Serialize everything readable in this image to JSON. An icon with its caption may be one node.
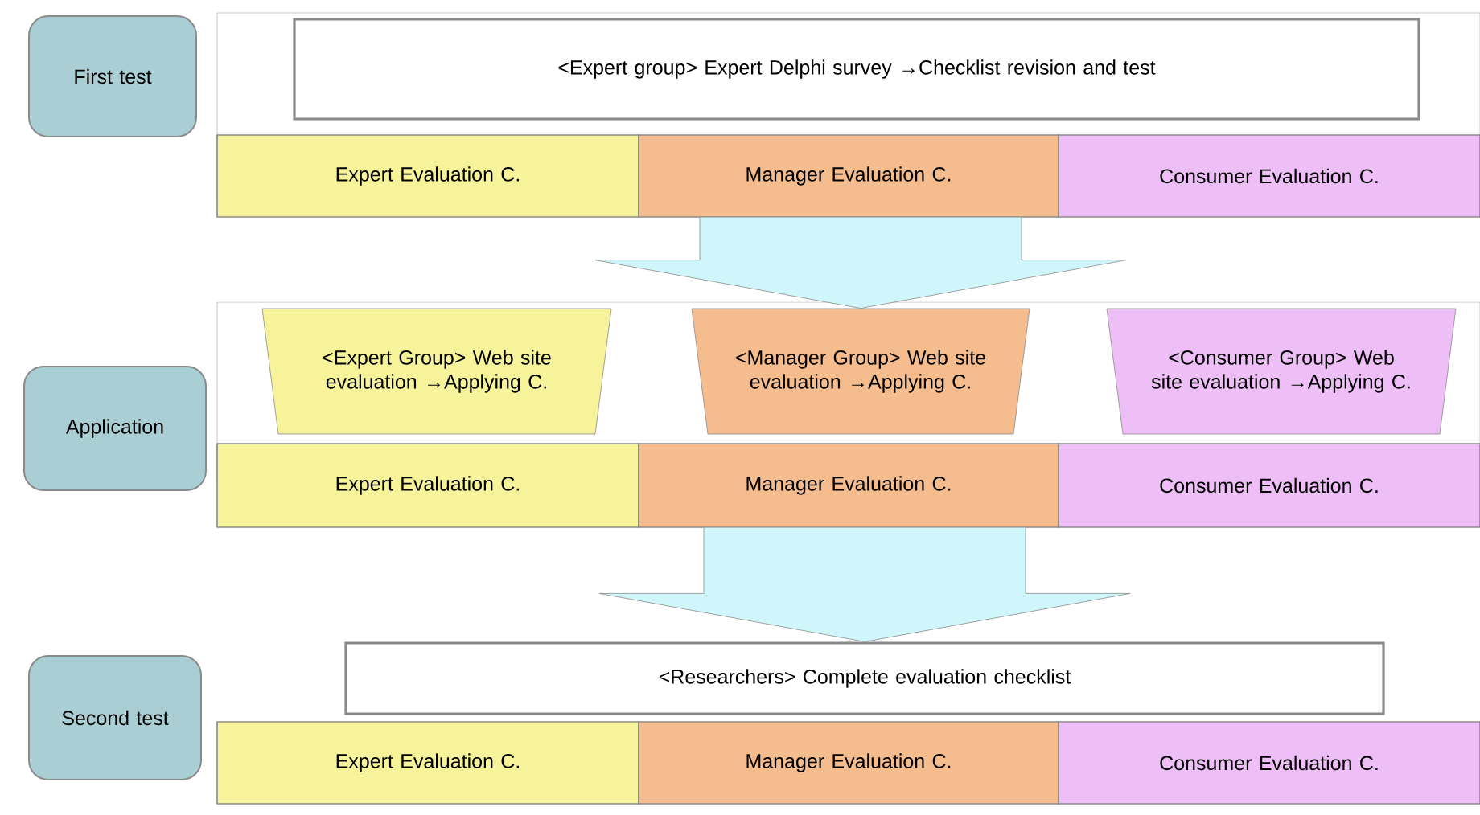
{
  "diagram": {
    "nodes": [
      {
        "text": [
          "First test"
        ]
      },
      {
        "text": [
          "<Expert group> Expert Delphi survey →Checklist revision and test"
        ]
      },
      {
        "text": [
          "Expert Evaluation C."
        ]
      },
      {
        "text": [
          "Manager Evaluation C."
        ]
      },
      {
        "text": [
          "Consumer Evaluation C."
        ]
      },
      {
        "text": [
          "Application"
        ]
      },
      {
        "text": [
          "<Expert Group> Web site evaluation →Applying C."
        ]
      },
      {
        "text": [
          "<Manager Group> Web site evaluation →Applying C."
        ]
      },
      {
        "text": [
          "<Consumer Group> Web site evaluation →Applying C."
        ]
      },
      {
        "text": [
          "Expert Evaluation C."
        ]
      },
      {
        "text": [
          "Manager Evaluation C."
        ]
      },
      {
        "text": [
          "Consumer Evaluation C."
        ]
      },
      {
        "text": [
          "Second test"
        ]
      },
      {
        "text": [
          "<Researchers> Complete evaluation checklist"
        ]
      },
      {
        "text": [
          "Expert Evaluation C."
        ]
      },
      {
        "text": [
          "Manager Evaluation C."
        ]
      },
      {
        "text": [
          "Consumer Evaluation C."
        ]
      }
    ],
    "edges": [
      {
        "from": 3,
        "to": 7,
        "arrow": "to"
      },
      {
        "from": 10,
        "to": 13,
        "arrow": "to"
      }
    ]
  }
}
